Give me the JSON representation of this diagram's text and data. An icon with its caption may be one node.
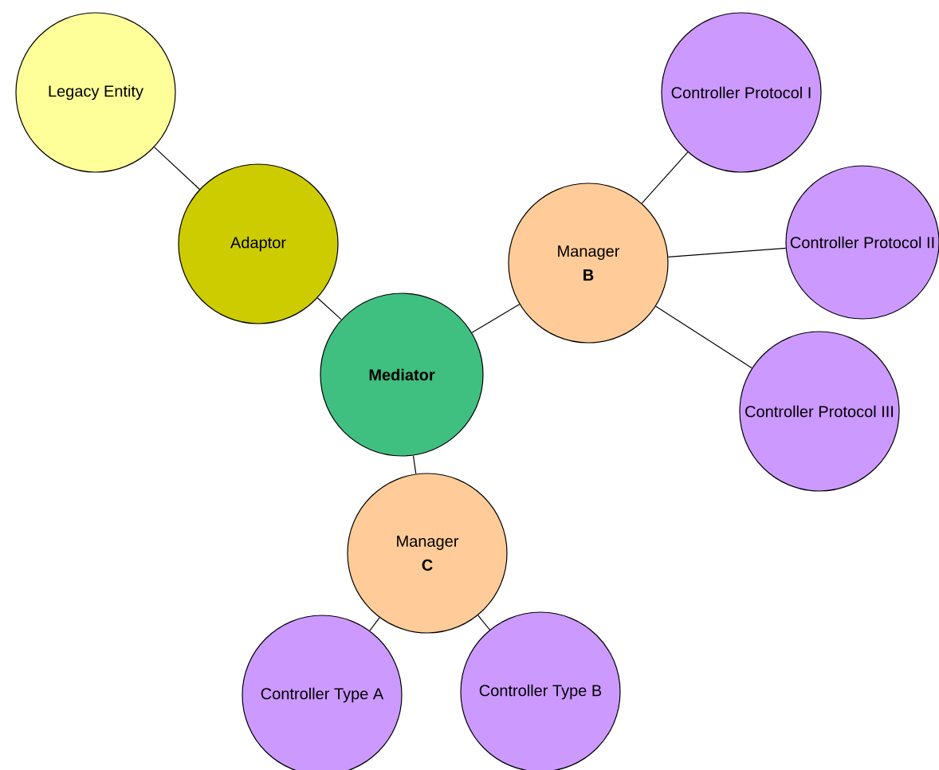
{
  "diagram": {
    "nodes": [
      {
        "text": [
          "Legacy Entity"
        ]
      },
      {
        "text": [
          "Adaptor"
        ]
      },
      {
        "text": [
          "Mediator"
        ]
      },
      {
        "text": [
          "Manager",
          "B"
        ]
      },
      {
        "text": [
          "Controller Protocol I"
        ]
      },
      {
        "text": [
          "Controller Protocol II"
        ]
      },
      {
        "text": [
          "Controller Protocol III"
        ]
      },
      {
        "text": [
          "Manager",
          "C"
        ]
      },
      {
        "text": [
          "Controller Type A"
        ]
      },
      {
        "text": [
          "Controller Type B"
        ]
      }
    ],
    "edges": [
      {
        "from": 0,
        "to": 1,
        "arrow": "none"
      },
      {
        "from": 1,
        "to": 2,
        "arrow": "none"
      },
      {
        "from": 2,
        "to": 3,
        "arrow": "none"
      },
      {
        "from": 3,
        "to": 4,
        "arrow": "none"
      },
      {
        "from": 3,
        "to": 5,
        "arrow": "none"
      },
      {
        "from": 3,
        "to": 6,
        "arrow": "none"
      },
      {
        "from": 2,
        "to": 7,
        "arrow": "none"
      },
      {
        "from": 7,
        "to": 8,
        "arrow": "none"
      },
      {
        "from": 7,
        "to": 9,
        "arrow": "none"
      }
    ]
  }
}
